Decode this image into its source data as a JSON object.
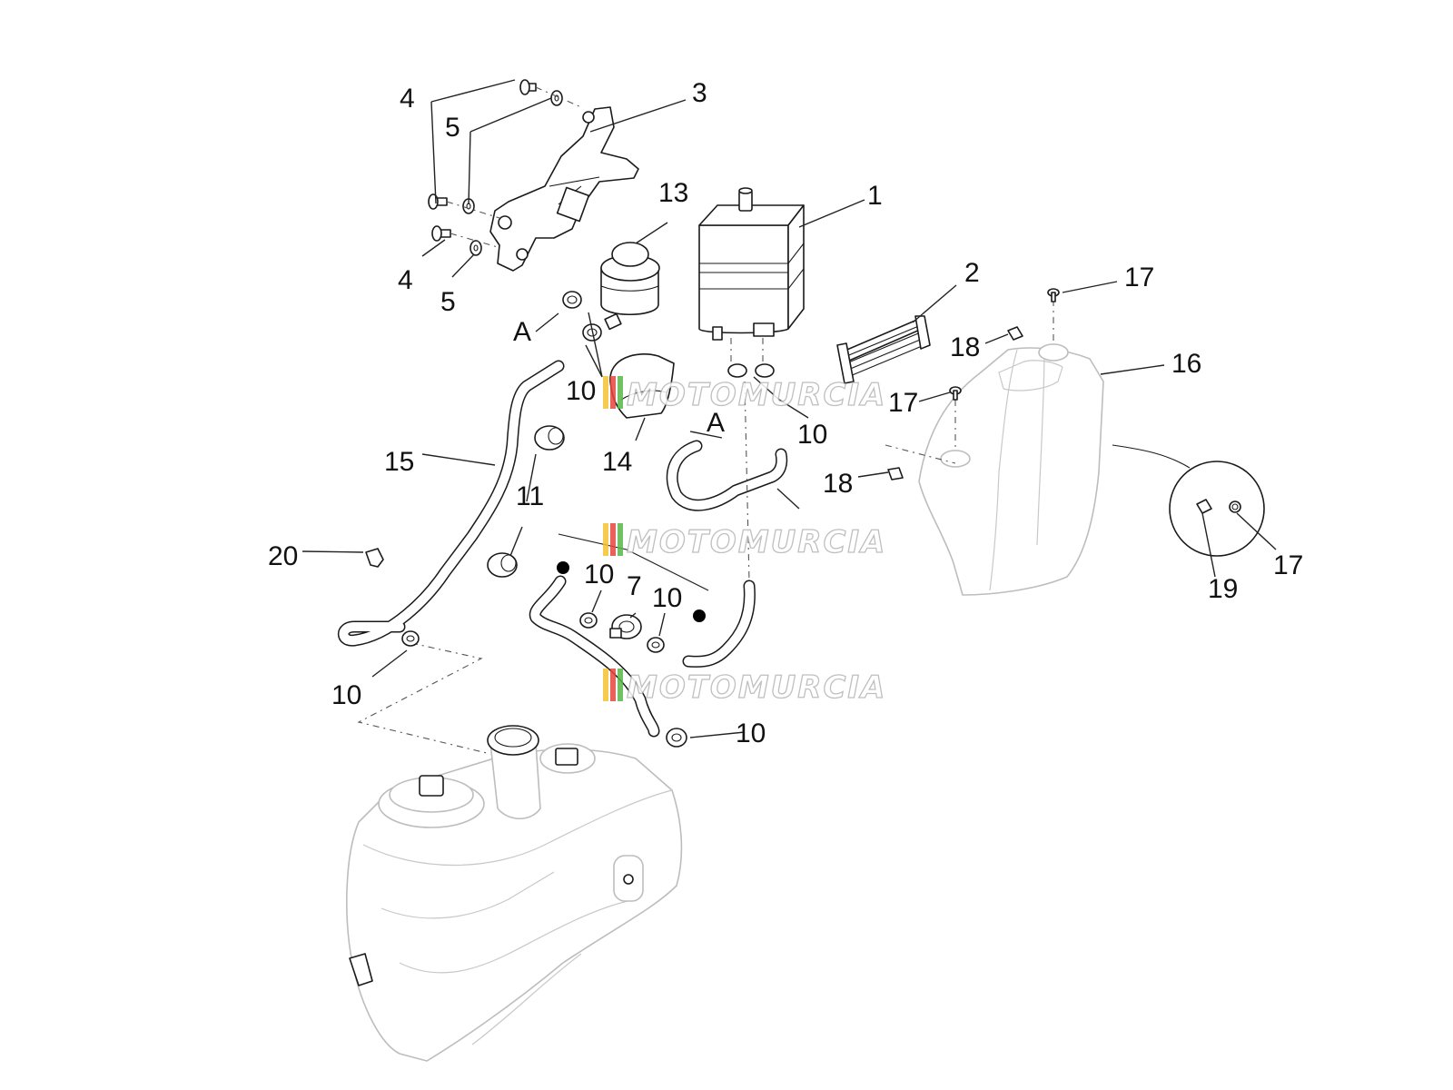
{
  "callouts": {
    "c1": "1",
    "c2": "2",
    "c3": "3",
    "c4a": "4",
    "c4b": "4",
    "c5a": "5",
    "c5b": "5",
    "c7": "7",
    "c10a": "10",
    "c10b": "10",
    "c10c": "10",
    "c10d": "10",
    "c10e": "10",
    "c10f": "10",
    "c11": "11",
    "c13": "13",
    "c14": "14",
    "c15": "15",
    "c16": "16",
    "c17a": "17",
    "c17b": "17",
    "c17c": "17",
    "c18a": "18",
    "c18b": "18",
    "c19": "19",
    "c20": "20",
    "refA1": "A",
    "refA2": "A"
  },
  "watermark": {
    "text": "MOTOMURCIA"
  },
  "colors": {
    "line": "#1a1a1a",
    "ghost": "#bdbdbd",
    "wm_red": "#e8453c",
    "wm_green": "#5bb54a",
    "wm_yellow": "#f4c430"
  }
}
